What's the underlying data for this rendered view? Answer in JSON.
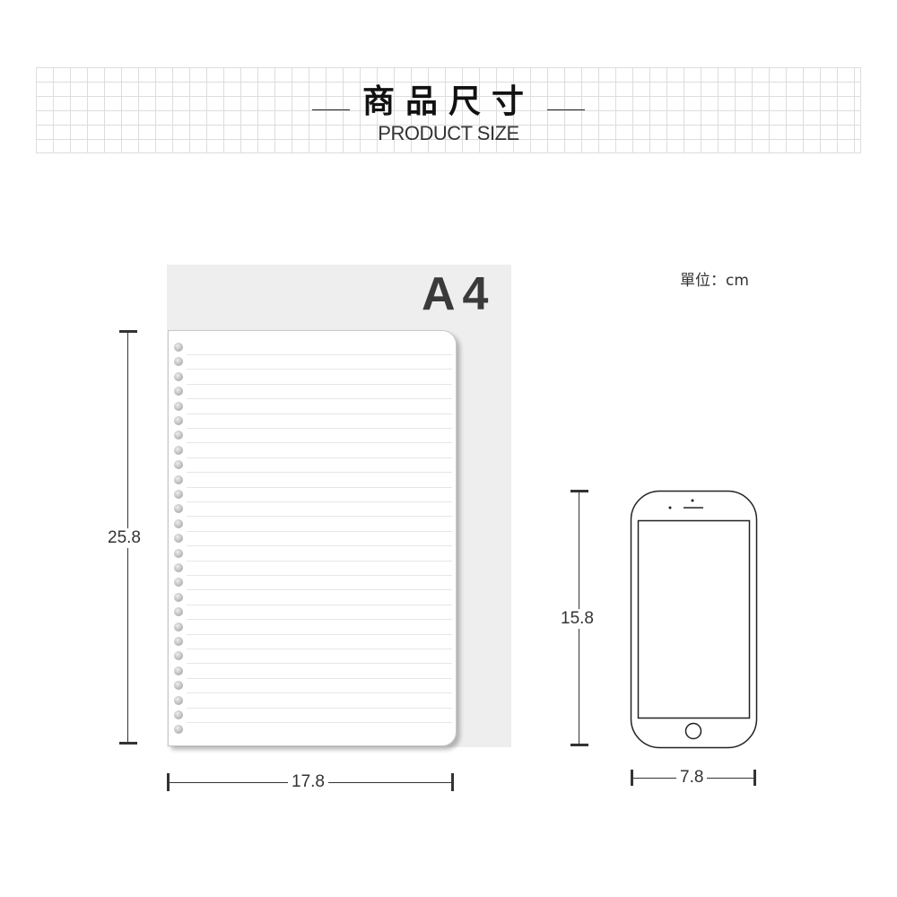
{
  "header": {
    "title": "商品尺寸",
    "subtitle": "PRODUCT SIZE"
  },
  "unit_label": "單位：cm",
  "notebook": {
    "paper_label": "A4",
    "height": "25.8",
    "width": "17.8",
    "holes": 27
  },
  "phone": {
    "height": "15.8",
    "width": "7.8"
  }
}
